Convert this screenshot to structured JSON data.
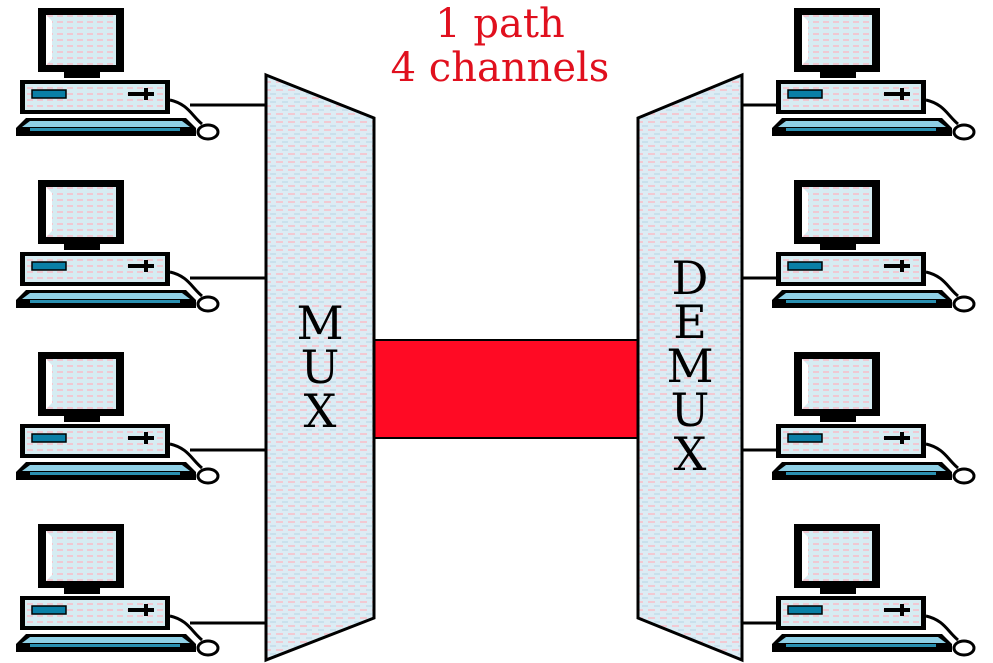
{
  "caption": {
    "line1": "1 path",
    "line2": "4 channels"
  },
  "mux": {
    "letters": [
      "M",
      "U",
      "X"
    ]
  },
  "demux": {
    "letters": [
      "D",
      "E",
      "M",
      "U",
      "X"
    ]
  },
  "colors": {
    "path": "#ff0a24",
    "device_fill": "#d9ecf2",
    "caption": "#e0101e"
  },
  "computers": {
    "left_count": 4,
    "right_count": 4
  }
}
